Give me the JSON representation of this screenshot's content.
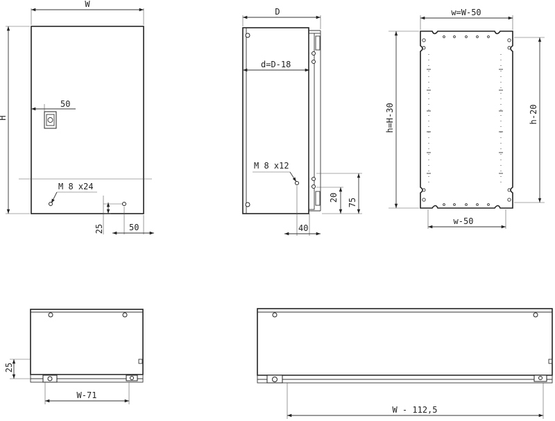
{
  "front_view": {
    "width_label": "W",
    "height_label": "H",
    "lock_offset_label": "50",
    "thread_label": "M 8  x24",
    "bottom_offset_label": "25",
    "side_offset_label": "50"
  },
  "side_view": {
    "depth_label": "D",
    "inner_depth_label": "d=D-18",
    "thread_label": "M 8  x12",
    "offset_20_label": "20",
    "offset_75_label": "75",
    "offset_40_label": "40"
  },
  "mounting_plate": {
    "top_width_label": "w=W-50",
    "height_label": "h=H-30",
    "inner_height_label": "h-20",
    "bottom_width_label": "w-50"
  },
  "bottom_view_small": {
    "offset_label": "25",
    "width_label": "W-71"
  },
  "bottom_view_large": {
    "width_label": "W  -  112,5"
  }
}
